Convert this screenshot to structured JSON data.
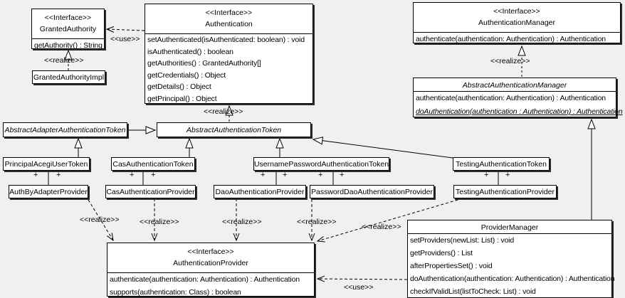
{
  "labels": {
    "use": "<<use>>",
    "realize": "<<realize>>",
    "plus": "+"
  },
  "classes": {
    "granted_authority": {
      "stereotype": "<<Interface>>",
      "name": "GrantedAuthority",
      "methods": [
        "getAuthority() : String"
      ]
    },
    "granted_authority_impl": {
      "name": "GrantedAuthorityImpl"
    },
    "authentication": {
      "stereotype": "<<Interface>>",
      "name": "Authentication",
      "methods": [
        "setAuthenticated(isAuthenticated: boolean) : void",
        "isAuthenticated() : boolean",
        "getAuthorities() : GrantedAuthority[]",
        "getCredentials() : Object",
        "getDetails() : Object",
        "getPrincipal() : Object"
      ]
    },
    "authentication_manager": {
      "stereotype": "<<Interface>>",
      "name": "AuthenticationManager",
      "methods": [
        "authenticate(authentication: Authentication) : Authentication"
      ]
    },
    "abstract_authentication_manager": {
      "name": "AbstractAuthenticationManager",
      "methods": [
        "authenticate(authentication: Authentication) : Authentication"
      ],
      "abstract_methods": [
        "doAuthentication(authentication : Authentication) : Authentication"
      ]
    },
    "abstract_adapter_authentication_token": {
      "name": "AbstractAdapterAuthenticationToken"
    },
    "abstract_authentication_token": {
      "name": "AbstractAuthenticationToken"
    },
    "principal_acegi_user_token": {
      "name": "PrincipalAcegiUserToken"
    },
    "cas_authentication_token": {
      "name": "CasAuthenticationToken"
    },
    "username_password_authentication_token": {
      "name": "UsernamePasswordAuthenticationToken"
    },
    "testing_authentication_token": {
      "name": "TestingAuthenticationToken"
    },
    "auth_by_adapter_provider": {
      "name": "AuthByAdapterProvider"
    },
    "cas_authentication_provider": {
      "name": "CasAuthenticationProvider"
    },
    "dao_authentication_provider": {
      "name": "DaoAuthenticationProvider"
    },
    "password_dao_authentication_provider": {
      "name": "PasswordDaoAuthenticationProvider"
    },
    "testing_authentication_provider": {
      "name": "TestingAuthenticationProvider"
    },
    "authentication_provider": {
      "stereotype": "<<Interface>>",
      "name": "AuthenticationProvider",
      "methods": [
        "authenticate(authentication: Authentication) : Authentication",
        "supports(authentication: Class) : boolean"
      ]
    },
    "provider_manager": {
      "name": "ProviderManager",
      "methods": [
        "setProviders(newList: List) : void",
        "getProviders() : List",
        "afterPropertiesSet() : void",
        "doAuthentication(authentication: Authentication) : Authentication",
        "checkIfValidList(listToCheck: List) : void"
      ]
    }
  }
}
